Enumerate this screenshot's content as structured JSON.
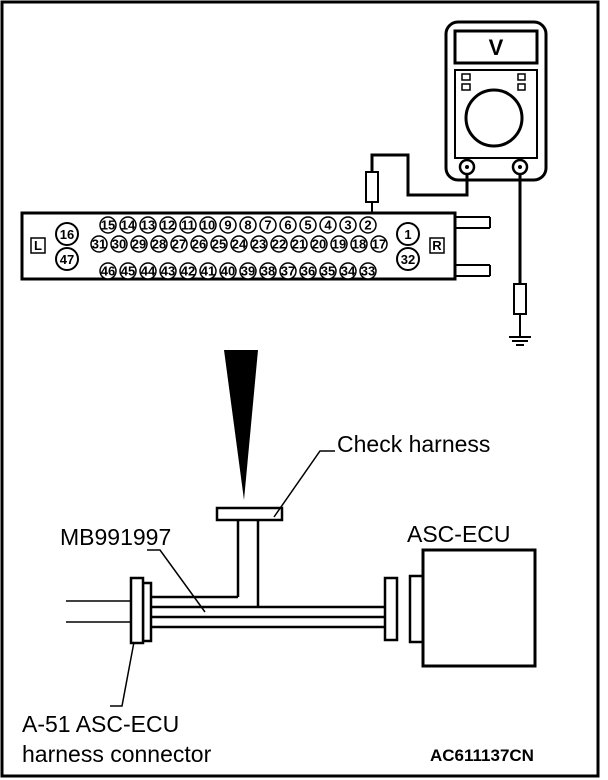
{
  "meter": {
    "unit_label": "V"
  },
  "connector": {
    "left_marker": "L",
    "right_marker": "R",
    "left_top_pin": "16",
    "left_bottom_pin": "47",
    "right_top_pin": "1",
    "right_bottom_pin": "32",
    "row_top": [
      "15",
      "14",
      "13",
      "12",
      "11",
      "10",
      "9",
      "8",
      "7",
      "6",
      "5",
      "4",
      "3",
      "2"
    ],
    "row_middle": [
      "31",
      "30",
      "29",
      "28",
      "27",
      "26",
      "25",
      "24",
      "23",
      "22",
      "21",
      "20",
      "19",
      "18",
      "17"
    ],
    "row_bottom": [
      "46",
      "45",
      "44",
      "43",
      "42",
      "41",
      "40",
      "39",
      "38",
      "37",
      "36",
      "35",
      "34",
      "33"
    ]
  },
  "labels": {
    "check_harness": "Check harness",
    "special_tool": "MB991997",
    "ecu": "ASC-ECU",
    "harness_connector_line1": "A-51 ASC-ECU",
    "harness_connector_line2": "harness connector",
    "figure_code": "AC611137CN"
  }
}
